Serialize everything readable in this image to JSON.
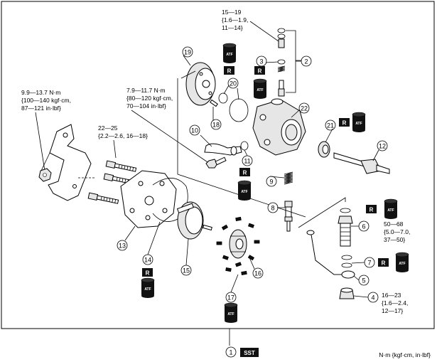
{
  "torques": {
    "t_top": [
      "15—19",
      "{1.6—1.9,",
      "11—14}"
    ],
    "t_left": [
      "9.9—13.7 N·m",
      "{100—140 kgf·cm,",
      "87—121 in·lbf}"
    ],
    "t_bolts": [
      "22—25",
      "{2.2—2.6, 16—18}"
    ],
    "t_hose": [
      "7.9—11.7 N·m",
      "{80—120 kgf·cm,",
      "70—104 in·lbf}"
    ],
    "t_fitting": [
      "50—68",
      "{5.0—7.0,",
      "37—50}"
    ],
    "t_bottom": [
      "16—23",
      "{1.6—2.4,",
      "12—17}"
    ]
  },
  "callouts": [
    "1",
    "2",
    "3",
    "4",
    "5",
    "6",
    "7",
    "8",
    "9",
    "10",
    "11",
    "12",
    "13",
    "14",
    "15",
    "16",
    "17",
    "18",
    "19",
    "20",
    "21",
    "22"
  ],
  "replace_label": "R",
  "atf_label": "ATF",
  "sst_label": "SST",
  "units_note": "N·m {kgf·cm, in·lbf}"
}
